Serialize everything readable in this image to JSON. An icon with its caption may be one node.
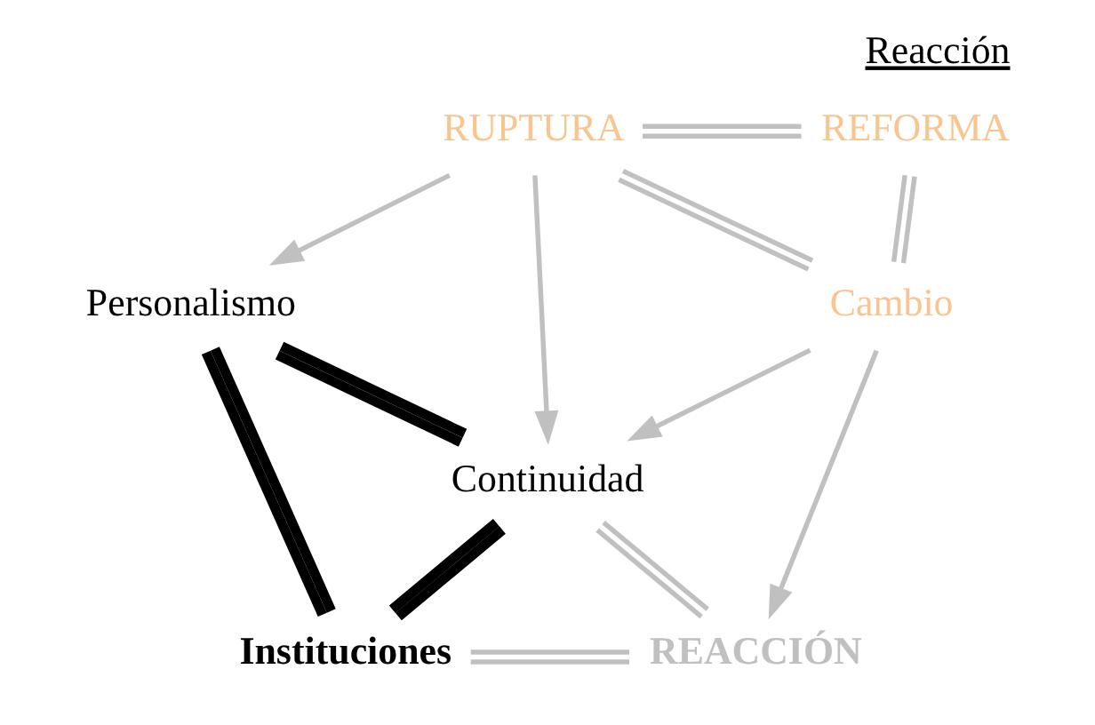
{
  "diagram": {
    "title": "Reacción",
    "nodes": [
      {
        "text": [
          "RUPTURA"
        ]
      },
      {
        "text": [
          "REFORMA"
        ]
      },
      {
        "text": [
          "Personalismo"
        ]
      },
      {
        "text": [
          "Cambio"
        ]
      },
      {
        "text": [
          "Continuidad"
        ]
      },
      {
        "text": [
          "Instituciones"
        ]
      },
      {
        "text": [
          "REACCIÓN"
        ]
      }
    ],
    "edges": [
      {
        "from": 0,
        "to": 1,
        "arrow": "none"
      },
      {
        "from": 0,
        "to": 2,
        "arrow": "to"
      },
      {
        "from": 0,
        "to": 4,
        "arrow": "to"
      },
      {
        "from": 0,
        "to": 3,
        "arrow": "none"
      },
      {
        "from": 1,
        "to": 3,
        "arrow": "none"
      },
      {
        "from": 3,
        "to": 4,
        "arrow": "to"
      },
      {
        "from": 3,
        "to": 6,
        "arrow": "to"
      },
      {
        "from": 2,
        "to": 4,
        "arrow": "none",
        "style": "thick",
        "color": "#000000"
      },
      {
        "from": 2,
        "to": 5,
        "arrow": "none",
        "style": "thick",
        "color": "#000000"
      },
      {
        "from": 4,
        "to": 5,
        "arrow": "none",
        "style": "thick",
        "color": "#000000"
      },
      {
        "from": 4,
        "to": 6,
        "arrow": "none"
      },
      {
        "from": 5,
        "to": 6,
        "arrow": "none"
      }
    ]
  }
}
